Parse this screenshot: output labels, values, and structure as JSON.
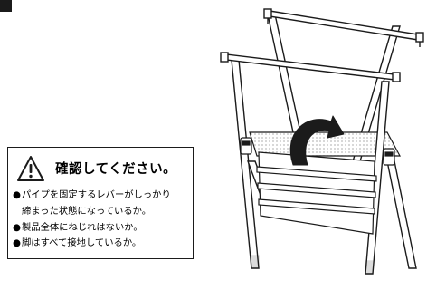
{
  "caution": {
    "title": "確認してください。",
    "items": [
      {
        "bullet": "●",
        "lines": [
          "パイプを固定するレバーがしっかり",
          "締まった状態になっているか。"
        ]
      },
      {
        "bullet": "●",
        "lines": [
          "製品全体にねじれはないか。"
        ]
      },
      {
        "bullet": "●",
        "lines": [
          "脚はすべて接地しているか。"
        ]
      }
    ]
  },
  "icons": {
    "warning": "warning-triangle-icon",
    "rotate": "curved-arrow-icon"
  },
  "colors": {
    "line": "#1b1b1b",
    "background": "#ffffff",
    "mesh": "#c8c8c8"
  }
}
